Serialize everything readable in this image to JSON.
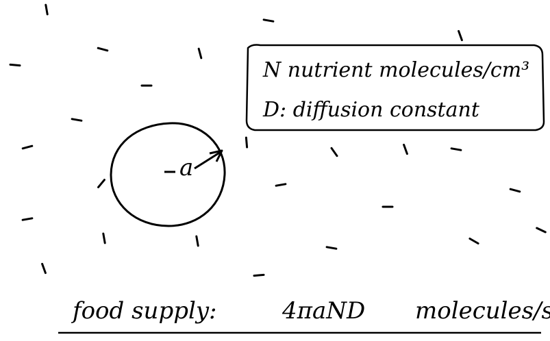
{
  "legend": {
    "line1": "N nutrient molecules/cm³",
    "line2": "D: diffusion constant"
  },
  "cell": {
    "radius_label": "a"
  },
  "supply": {
    "label": "food supply:",
    "formula": "4πaND",
    "units": "molecules/sec"
  },
  "colors": {
    "ink": "#000000",
    "background": "#ffffff"
  }
}
